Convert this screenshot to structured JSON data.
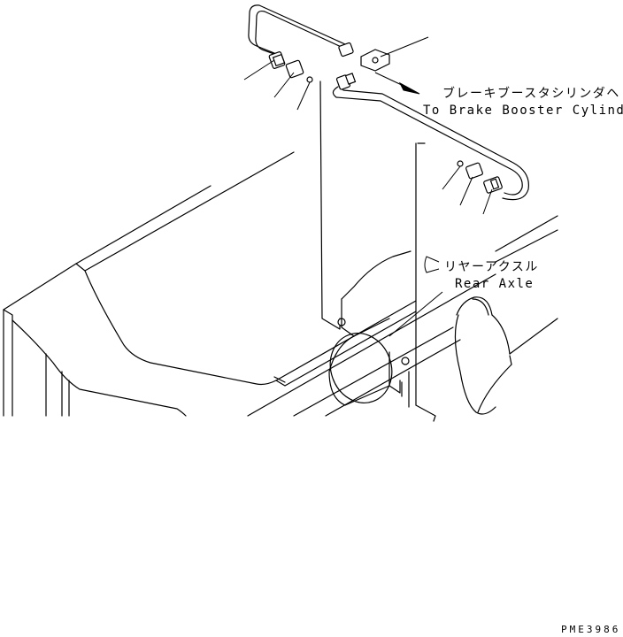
{
  "labels": {
    "booster_jp": "ブレーキブースタシリンダヘ",
    "booster_en": "To Brake Booster Cylinder",
    "axle_jp": "リヤーアクスル",
    "axle_en": "Rear Axle",
    "drawing_code": "PME3986"
  }
}
